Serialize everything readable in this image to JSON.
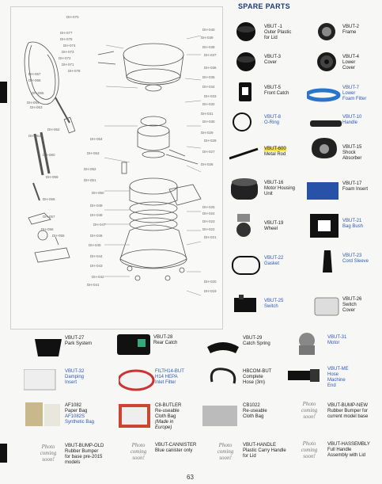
{
  "header": {
    "title": "SPARE PARTS"
  },
  "diagram_labels": [
    "DH-070",
    "DH-077",
    "DH-075",
    "DH-074",
    "DH-073",
    "DH-072",
    "DH-071",
    "DH-078",
    "DH-067",
    "DH-066",
    "DH-065",
    "DH-064",
    "DH-063",
    "DH-062",
    "DH-061",
    "DH-060",
    "DH-059",
    "DH-058",
    "DH-057",
    "DH-056",
    "DH-055",
    "DH-054",
    "DH-053",
    "DH-052",
    "DH-051",
    "DH-050",
    "DH-049",
    "DH-048",
    "DH-047",
    "DH-046",
    "DH-045",
    "DH-044",
    "DH-043",
    "DH-042",
    "DH-041",
    "DH-040",
    "DH-039",
    "DH-038",
    "DH-037",
    "DH-036",
    "DH-035",
    "DH-034",
    "DH-033",
    "DH-032",
    "DH-031",
    "DH-030",
    "DH-029",
    "DH-028",
    "DH-027",
    "DH-026",
    "DH-025",
    "DH-024",
    "DH-023",
    "DH-022",
    "DH-021",
    "DH-020",
    "DH-019"
  ],
  "right_parts": [
    {
      "code": "VBUT -1",
      "desc": "Outer Plastic\nfor Lid",
      "code_blue": false
    },
    {
      "code": "VBUT-2",
      "desc": "Frame",
      "code_blue": false
    },
    {
      "code": "VBUT-3",
      "desc": "Cover",
      "code_blue": false
    },
    {
      "code": "VBUT-4",
      "desc": "Lower\nCover",
      "code_blue": false
    },
    {
      "code": "VBUT-5",
      "desc": "Front Catch",
      "code_blue": false
    },
    {
      "code": "VBUT-7",
      "desc": "Lower\nFoam Filter",
      "code_blue": true
    },
    {
      "code": "VBUT-8",
      "desc": "O-Ring",
      "code_blue": true
    },
    {
      "code": "VBUT-10",
      "desc": "Handle",
      "code_blue": true
    },
    {
      "code": "VBUT-600",
      "desc": "Metal Rod",
      "code_blue": false,
      "highlight": true
    },
    {
      "code": "VBUT-15",
      "desc": "Shock\nAbsorber",
      "code_blue": false
    },
    {
      "code": "VBUT-16",
      "desc": "Motor Housing\nUnit",
      "code_blue": false
    },
    {
      "code": "VBUT-17",
      "desc": "Foam Insert",
      "code_blue": false
    },
    {
      "code": "VBUT-19",
      "desc": "Wheel",
      "code_blue": false
    },
    {
      "code": "VBUT-21",
      "desc": "Bag Bush",
      "code_blue": true
    },
    {
      "code": "VBUT-22",
      "desc": "Gasket",
      "code_blue": true
    },
    {
      "code": "VBUT-23",
      "desc": "Cord Sleeve",
      "code_blue": true
    },
    {
      "code": "VBUT-25",
      "desc": "Switch",
      "code_blue": true
    },
    {
      "code": "VBUT-26",
      "desc": "Switch\nCover",
      "code_blue": false
    }
  ],
  "bottom_parts": [
    {
      "code": "VBUT-27",
      "desc": "Park System",
      "code_blue": false
    },
    {
      "code": "VBUT-28",
      "desc": "Rear Catch",
      "code_blue": false
    },
    {
      "code": "VBUT-29",
      "desc": "Catch Spring",
      "code_blue": false
    },
    {
      "code": "VBUT-31",
      "desc": "Motor",
      "code_blue": true
    },
    {
      "code": "VBUT-32",
      "desc": "Damping\nInsert",
      "code_blue": true
    },
    {
      "code": "FILTH14-BUT\nH14 HEPA",
      "desc": "Inlet Filter",
      "code_blue": true
    },
    {
      "code": "HBCOM-BUT",
      "desc": "Complete\nHose (3m)",
      "code_blue": false
    },
    {
      "code": "VBUT-ME",
      "desc": "Hose\nMachine\nEnd",
      "code_blue": true
    },
    {
      "code": "AF1082",
      "desc": "Paper Bag\nAF1082S\nSynthetic Bag",
      "code_blue": false
    },
    {
      "code": "C8-BUTLER",
      "desc": "Re-useable\nCloth Bag\n(Made in\nEurope)",
      "code_blue": false
    },
    {
      "code": "CB1022",
      "desc": "Re-useable\nCloth Bag",
      "code_blue": false
    },
    {
      "code": "VBUT-BUMP-NEW",
      "desc": "Rubber Bumper for\ncurrent model base",
      "code_blue": false
    },
    {
      "code": "VBUT-BUMP-OLD",
      "desc": "Rubber Bumper\nfor base pre-2015\nmodels",
      "code_blue": false
    },
    {
      "code": "VBUT-CANNISTER",
      "desc": "Blue canister only",
      "code_blue": false
    },
    {
      "code": "VBUT-HANDLE",
      "desc": "Plastic Carry Handle\nfor Lid",
      "code_blue": false
    },
    {
      "code": "VBUT-HASSEMBLY",
      "desc": "Full Handle\nAssembly with Lid",
      "code_blue": false
    }
  ],
  "photo_soon": "Photo\ncoming\nsoon!",
  "page_number": "63"
}
